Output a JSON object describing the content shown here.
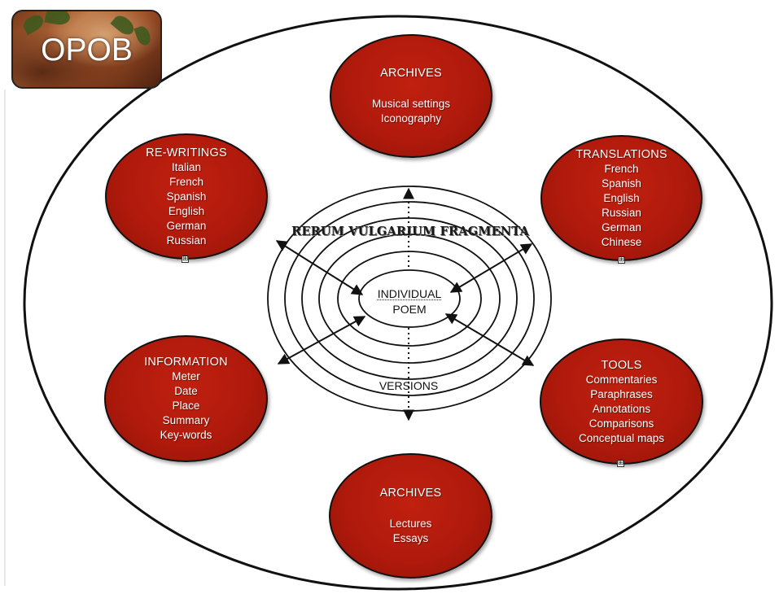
{
  "logo": {
    "text": "OPOB"
  },
  "center": {
    "outer_label": "RERUM VULGARIUM FRAGMENTA",
    "inner_label_line1": "INDIVIDUAL",
    "inner_label_line2": "POEM",
    "versions_label": "VERSIONS"
  },
  "nodes": {
    "archives_top": {
      "title": "ARCHIVES",
      "items": [
        "Musical settings",
        "Iconography"
      ]
    },
    "rewritings": {
      "title": "RE-WRITINGS",
      "items": [
        "Italian",
        "French",
        "Spanish",
        "English",
        "German",
        "Russian"
      ]
    },
    "translations": {
      "title": "TRANSLATIONS",
      "items": [
        "French",
        "Spanish",
        "English",
        "Russian",
        "German",
        "Chinese"
      ]
    },
    "information": {
      "title": "INFORMATION",
      "items": [
        "Meter",
        "Date",
        "Place",
        "Summary",
        "Key-words"
      ]
    },
    "tools": {
      "title": "TOOLS",
      "items": [
        "Commentaries",
        "Paraphrases",
        "Annotations",
        "Comparisons",
        "Conceptual maps"
      ]
    },
    "archives_bottom": {
      "title": "ARCHIVES",
      "items": [
        "Lectures",
        "Essays"
      ]
    }
  },
  "expand_symbol": "⊞",
  "colors": {
    "node_fill": "#b01a0c",
    "outline": "#111111",
    "text_light": "#ffffff"
  }
}
